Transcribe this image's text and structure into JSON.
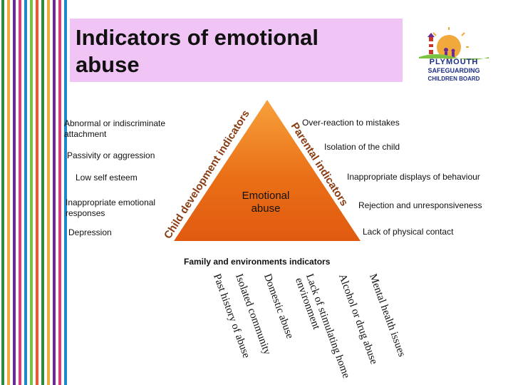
{
  "slide": {
    "title": "Indicators of emotional\nabuse",
    "title_bg": "#f0c4f4",
    "stripe_colors": [
      "#2e8b3a",
      "#f2a93b",
      "#6a2c91",
      "#d63d7c",
      "#1e88c9",
      "#7cc242",
      "#e65c2e",
      "#2e8b3a",
      "#f2a93b",
      "#6a2c91",
      "#d63d7c",
      "#1e88c9"
    ]
  },
  "logo": {
    "line1": "PLYMOUTH",
    "line2": "SAFEGUARDING",
    "line3": "CHILDREN BOARD"
  },
  "triangle": {
    "fill": "#ea6f16",
    "center_label": "Emotional\nabuse",
    "left_side_label": "Child development indicators",
    "right_side_label": "Parental indicators"
  },
  "child_indicators": [
    "Abnormal or indiscriminate\nattachment",
    "Passivity or aggression",
    "Low self esteem",
    "Inappropriate emotional\nresponses",
    "Depression"
  ],
  "parental_indicators": [
    "Over-reaction to mistakes",
    "Isolation of the child",
    "Inappropriate displays of behaviour",
    "Rejection and unresponsiveness",
    "Lack of physical contact"
  ],
  "family": {
    "title": "Family and environments indicators",
    "items": [
      "Mental health issues",
      "Alcohol or drug abuse",
      "Lack of stimulating home\nenvironment",
      "Domestic abuse",
      "Isolated community",
      "Past history of abuse"
    ]
  }
}
